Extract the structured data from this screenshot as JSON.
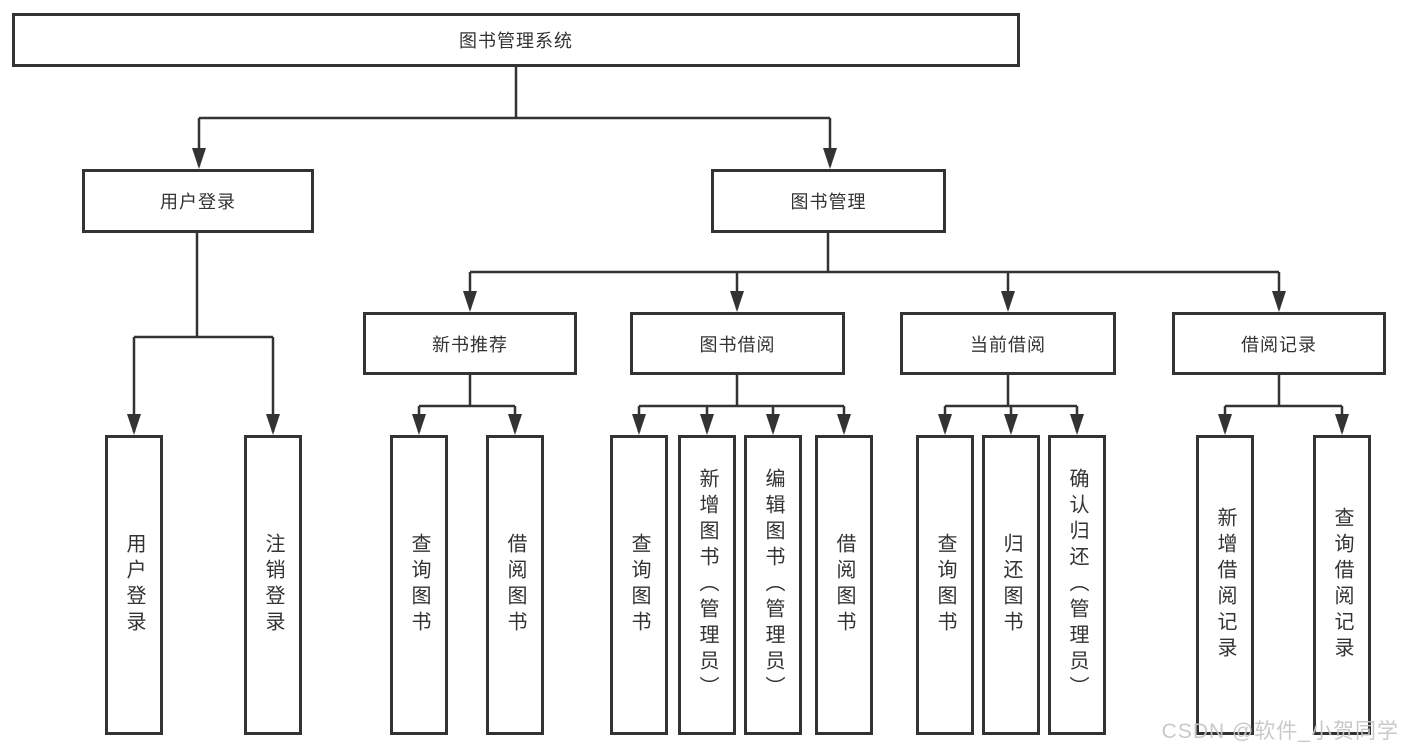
{
  "nodes": {
    "root": "图书管理系统",
    "user_login": "用户登录",
    "book_mgmt": "图书管理",
    "new_book_rec": "新书推荐",
    "book_borrow": "图书借阅",
    "current_borrow": "当前借阅",
    "borrow_records": "借阅记录",
    "leaf_user_login": "用户登录",
    "leaf_logout": "注销登录",
    "leaf_query_book_1": "查询图书",
    "leaf_borrow_book_1": "借阅图书",
    "leaf_query_book_2": "查询图书",
    "leaf_add_book": "新增图书（管理员）",
    "leaf_edit_book": "编辑图书（管理员）",
    "leaf_borrow_book_2": "借阅图书",
    "leaf_query_book_3": "查询图书",
    "leaf_return_book": "归还图书",
    "leaf_confirm_return": "确认归还（管理员）",
    "leaf_add_record": "新增借阅记录",
    "leaf_query_record": "查询借阅记录"
  },
  "structure": {
    "图书管理系统": [
      "用户登录",
      "图书管理"
    ],
    "用户登录": [
      "用户登录",
      "注销登录"
    ],
    "图书管理": [
      "新书推荐",
      "图书借阅",
      "当前借阅",
      "借阅记录"
    ],
    "新书推荐": [
      "查询图书",
      "借阅图书"
    ],
    "图书借阅": [
      "查询图书",
      "新增图书（管理员）",
      "编辑图书（管理员）",
      "借阅图书"
    ],
    "当前借阅": [
      "查询图书",
      "归还图书",
      "确认归还（管理员）"
    ],
    "借阅记录": [
      "新增借阅记录",
      "查询借阅记录"
    ]
  },
  "watermark": "CSDN @软件_小贺同学",
  "colors": {
    "line": "#333333",
    "box_border": "#333333",
    "box_bg": "#ffffff",
    "text": "#333333",
    "watermark": "#c6c6c6"
  }
}
